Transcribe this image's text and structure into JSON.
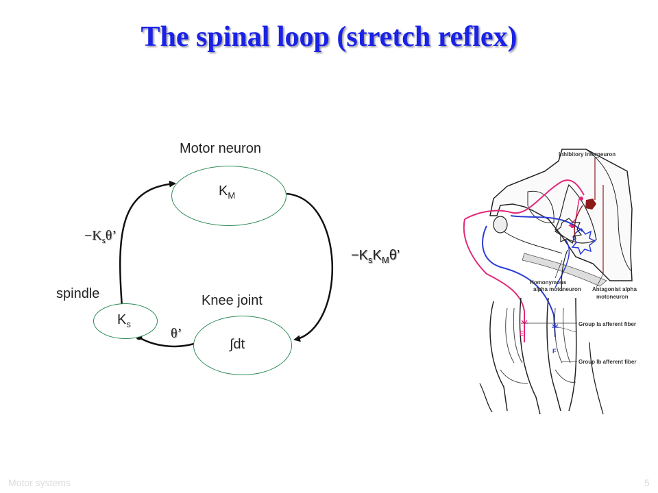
{
  "title": "The spinal loop (stretch reflex)",
  "diagram": {
    "motor_neuron_label": "Motor neuron",
    "motor_neuron_node": {
      "main": "K",
      "sub": "M"
    },
    "knee_joint_label": "Knee joint",
    "knee_joint_node": "∫dt",
    "spindle_label": "spindle",
    "spindle_node": {
      "main": "K",
      "sub": "s"
    },
    "edge_spindle_to_motor": {
      "prefix": "−K",
      "sub": "s",
      "suffix": "θ’"
    },
    "edge_motor_to_knee": {
      "prefix": "−K",
      "sub1": "s",
      "mid": "K",
      "sub2": "M",
      "suffix": "θ’"
    },
    "edge_knee_to_spindle": "θ’"
  },
  "anatomy": {
    "labels": {
      "inhibitory_interneuron": "Inhibitory interneuron",
      "homonymous_1": "Homonymous",
      "homonymous_2": "alpha motoneuron",
      "antagonist_1": "Antagonist alpha",
      "antagonist_2": "motoneuron",
      "group_ia": "Group Ia afferent fiber",
      "group_ib": "Group Ib afferent fiber"
    },
    "muscle_letters": {
      "left": "E",
      "right": "F"
    },
    "colors": {
      "pink": "#e0287a",
      "blue": "#2a3bd6",
      "red": "#8b1a1a"
    }
  },
  "footer": {
    "left": "Motor systems",
    "right": "5"
  }
}
